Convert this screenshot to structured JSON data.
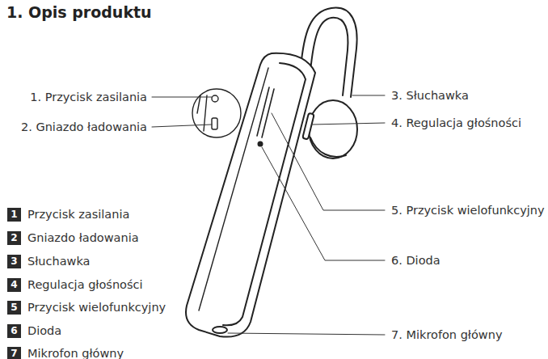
{
  "diagram": {
    "title": "1. Opis produktu",
    "labels": [
      "1. Przycisk zasilania",
      "2. Gniazdo ładowania",
      "3. Słuchawka",
      "4. Regulacja głośności",
      "5. Przycisk wielofunkcyjny",
      "6. Dioda",
      "7. Mikrofon główny",
      "1",
      "Przycisk zasilania",
      "2",
      "Gniazdo ładowania",
      "3",
      "Słuchawka",
      "4",
      "Regulacja głośności",
      "5",
      "Przycisk wielofunkcyjny",
      "6",
      "Dioda",
      "7",
      "Mikrofon główny"
    ]
  }
}
